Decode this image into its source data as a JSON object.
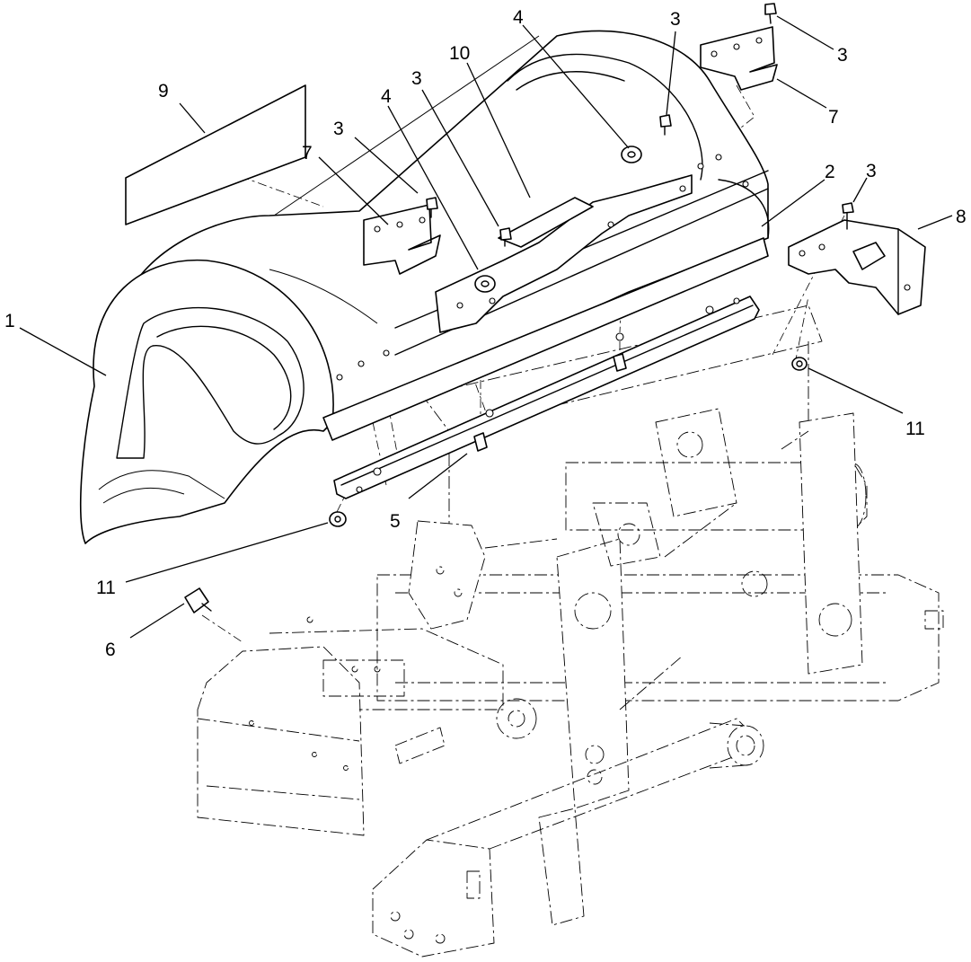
{
  "callouts": {
    "c1": "1",
    "c2": "2",
    "c3a": "3",
    "c3b": "3",
    "c3c": "3",
    "c3d": "3",
    "c3e": "3",
    "c4a": "4",
    "c4b": "4",
    "c5": "5",
    "c6": "6",
    "c7a": "7",
    "c7b": "7",
    "c8": "8",
    "c9": "9",
    "c10": "10",
    "c11a": "11",
    "c11b": "11"
  }
}
